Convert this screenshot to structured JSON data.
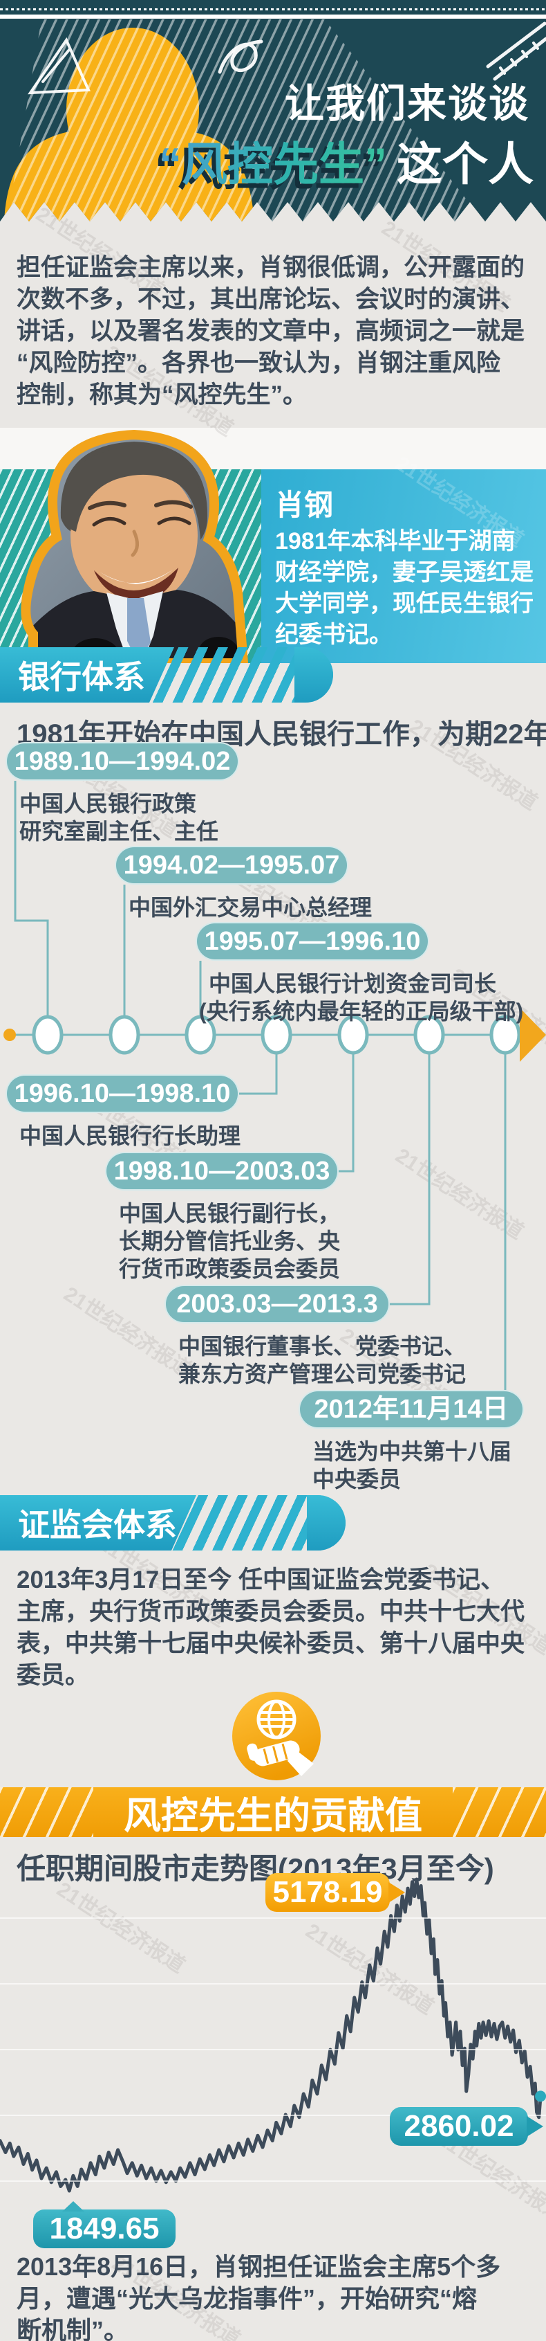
{
  "watermark": "21世纪经济报道",
  "colors": {
    "dark_teal": "#1d4854",
    "yellow": "#f8b117",
    "banner_teal": "#2eb2cf",
    "pill_teal": "#7ab9bd",
    "slate_text": "#3d4b5a",
    "orange": "#f2a71d",
    "cyan_box": "#3ab4d8",
    "stripe_green": "#2aa79e"
  },
  "header": {
    "line1": "让我们来谈谈",
    "highlight": "“风控先生”",
    "line2_rest": "这个人"
  },
  "intro": {
    "lines": [
      "担任证监会主席以来，肖钢很低调，公开露面的",
      "次数不多，不过，其出席论坛、会议时的演讲、",
      "讲话，以及署名发表的文章中，高频词之一就是",
      "“风险防控”。各界也一致认为，肖钢注重风险",
      "控制，称其为“风控先生”。"
    ]
  },
  "profile": {
    "name": "肖钢",
    "bio_lines": [
      "1981年本科毕业于湖南",
      "财经学院，妻子吴透红是",
      "大学同学，现任民生银行",
      "纪委书记。"
    ]
  },
  "bank": {
    "banner": "银行体系",
    "lead": "1981年开始在中国人民银行工作，为期22年。",
    "timeline": [
      {
        "period": "1989.10—1994.02",
        "roles": [
          "中国人民银行政策",
          "研究室副主任、主任"
        ]
      },
      {
        "period": "1994.02—1995.07",
        "roles": [
          "中国外汇交易中心总经理"
        ]
      },
      {
        "period": "1995.07—1996.10",
        "roles": [
          "中国人民银行计划资金司司长",
          "(央行系统内最年轻的正局级干部)"
        ]
      },
      {
        "period": "1996.10—1998.10",
        "roles": [
          "中国人民银行行长助理"
        ]
      },
      {
        "period": "1998.10—2003.03",
        "roles": [
          "中国人民银行副行长，",
          "长期分管信托业务、央",
          "行货币政策委员会委员"
        ]
      },
      {
        "period": "2003.03—2013.3",
        "roles": [
          "中国银行董事长、党委书记、",
          "兼东方资产管理公司党委书记"
        ]
      },
      {
        "period": "2012年11月14日",
        "roles": [
          "当选为中共第十八届",
          "中央委员"
        ]
      }
    ]
  },
  "csrc": {
    "banner": "证监会体系",
    "lines": [
      "2013年3月17日至今 任中国证监会党委书记、",
      "主席，央行货币政策委员会委员。中共十七大代",
      "表，中共第十七届中央候补委员、第十八届中央",
      "委员。"
    ]
  },
  "contribution": {
    "banner": "风控先生的贡献值"
  },
  "chart_data": {
    "type": "line",
    "title": "任职期间股市走势图(2013年3月至今)",
    "ylim": [
      1849.65,
      5178.19
    ],
    "grid": "horizontal-faint",
    "annotations": {
      "peak": "5178.19",
      "end": "2860.02",
      "low": "1849.65"
    },
    "peak_value": 5178.19,
    "low_value": 1849.65,
    "end_value": 2860.02,
    "series": [
      [
        0.0,
        2385
      ],
      [
        0.01,
        2260
      ],
      [
        0.018,
        2357
      ],
      [
        0.025,
        2218
      ],
      [
        0.034,
        2315
      ],
      [
        0.043,
        2134
      ],
      [
        0.051,
        2246
      ],
      [
        0.059,
        2072
      ],
      [
        0.067,
        2176
      ],
      [
        0.076,
        1982
      ],
      [
        0.085,
        2093
      ],
      [
        0.094,
        1940
      ],
      [
        0.103,
        2051
      ],
      [
        0.111,
        1898
      ],
      [
        0.12,
        1968
      ],
      [
        0.127,
        1849.65
      ],
      [
        0.134,
        2010
      ],
      [
        0.142,
        1898
      ],
      [
        0.149,
        2079
      ],
      [
        0.158,
        1968
      ],
      [
        0.166,
        2148
      ],
      [
        0.175,
        2023
      ],
      [
        0.182,
        2218
      ],
      [
        0.191,
        2093
      ],
      [
        0.199,
        2260
      ],
      [
        0.208,
        2134
      ],
      [
        0.216,
        2287
      ],
      [
        0.225,
        2162
      ],
      [
        0.233,
        2037
      ],
      [
        0.242,
        2148
      ],
      [
        0.251,
        2010
      ],
      [
        0.259,
        2121
      ],
      [
        0.268,
        1982
      ],
      [
        0.277,
        2093
      ],
      [
        0.286,
        1954
      ],
      [
        0.295,
        2065
      ],
      [
        0.304,
        1940
      ],
      [
        0.313,
        2051
      ],
      [
        0.322,
        1954
      ],
      [
        0.33,
        2093
      ],
      [
        0.339,
        1996
      ],
      [
        0.348,
        2148
      ],
      [
        0.357,
        2023
      ],
      [
        0.366,
        2190
      ],
      [
        0.375,
        2079
      ],
      [
        0.384,
        2232
      ],
      [
        0.392,
        2121
      ],
      [
        0.401,
        2287
      ],
      [
        0.41,
        2162
      ],
      [
        0.419,
        2329
      ],
      [
        0.428,
        2204
      ],
      [
        0.437,
        2357
      ],
      [
        0.446,
        2232
      ],
      [
        0.454,
        2399
      ],
      [
        0.463,
        2274
      ],
      [
        0.472,
        2440
      ],
      [
        0.481,
        2315
      ],
      [
        0.49,
        2496
      ],
      [
        0.499,
        2385
      ],
      [
        0.506,
        2579
      ],
      [
        0.515,
        2461
      ],
      [
        0.523,
        2663
      ],
      [
        0.532,
        2538
      ],
      [
        0.539,
        2760
      ],
      [
        0.548,
        2635
      ],
      [
        0.556,
        2885
      ],
      [
        0.565,
        2746
      ],
      [
        0.572,
        3031
      ],
      [
        0.581,
        2885
      ],
      [
        0.589,
        3191
      ],
      [
        0.597,
        3038
      ],
      [
        0.605,
        3358
      ],
      [
        0.613,
        3205
      ],
      [
        0.62,
        3538
      ],
      [
        0.628,
        3372
      ],
      [
        0.635,
        3719
      ],
      [
        0.642,
        3552
      ],
      [
        0.649,
        3914
      ],
      [
        0.656,
        3761
      ],
      [
        0.663,
        4080
      ],
      [
        0.669,
        3914
      ],
      [
        0.677,
        4261
      ],
      [
        0.684,
        4094
      ],
      [
        0.691,
        4442
      ],
      [
        0.697,
        4275
      ],
      [
        0.704,
        4622
      ],
      [
        0.71,
        4455
      ],
      [
        0.716,
        4789
      ],
      [
        0.722,
        4622
      ],
      [
        0.727,
        4900
      ],
      [
        0.732,
        4733
      ],
      [
        0.737,
        4997
      ],
      [
        0.742,
        4830
      ],
      [
        0.747,
        5081
      ],
      [
        0.751,
        4914
      ],
      [
        0.755,
        5150
      ],
      [
        0.759,
        4997
      ],
      [
        0.763,
        5178.19
      ],
      [
        0.767,
        4983
      ],
      [
        0.771,
        5108
      ],
      [
        0.775,
        4789
      ],
      [
        0.778,
        4928
      ],
      [
        0.782,
        4594
      ],
      [
        0.786,
        4747
      ],
      [
        0.79,
        4386
      ],
      [
        0.794,
        4539
      ],
      [
        0.797,
        4164
      ],
      [
        0.801,
        4317
      ],
      [
        0.805,
        3955
      ],
      [
        0.809,
        4094
      ],
      [
        0.813,
        3719
      ],
      [
        0.816,
        3858
      ],
      [
        0.82,
        3497
      ],
      [
        0.824,
        3650
      ],
      [
        0.828,
        3302
      ],
      [
        0.832,
        3483
      ],
      [
        0.835,
        3650
      ],
      [
        0.839,
        3358
      ],
      [
        0.843,
        3552
      ],
      [
        0.847,
        3191
      ],
      [
        0.851,
        3372
      ],
      [
        0.854,
        2913
      ],
      [
        0.858,
        3094
      ],
      [
        0.862,
        3413
      ],
      [
        0.866,
        3260
      ],
      [
        0.87,
        3552
      ],
      [
        0.873,
        3400
      ],
      [
        0.877,
        3636
      ],
      [
        0.881,
        3483
      ],
      [
        0.885,
        3650
      ],
      [
        0.89,
        3511
      ],
      [
        0.895,
        3664
      ],
      [
        0.9,
        3497
      ],
      [
        0.905,
        3636
      ],
      [
        0.91,
        3469
      ],
      [
        0.915,
        3608
      ],
      [
        0.92,
        3650
      ],
      [
        0.925,
        3483
      ],
      [
        0.93,
        3608
      ],
      [
        0.935,
        3441
      ],
      [
        0.94,
        3566
      ],
      [
        0.945,
        3330
      ],
      [
        0.951,
        3455
      ],
      [
        0.956,
        3219
      ],
      [
        0.961,
        3344
      ],
      [
        0.966,
        3066
      ],
      [
        0.971,
        3177
      ],
      [
        0.976,
        2885
      ],
      [
        0.98,
        2996
      ],
      [
        0.983,
        2691
      ],
      [
        0.987,
        2635
      ],
      [
        0.99,
        2860.02
      ]
    ]
  },
  "footer": {
    "lines": [
      "2013年8月16日，肖钢担任证监会主席5个多",
      "月，遭遇“光大乌龙指事件”，开始研究“熔",
      "断机制”。"
    ]
  }
}
